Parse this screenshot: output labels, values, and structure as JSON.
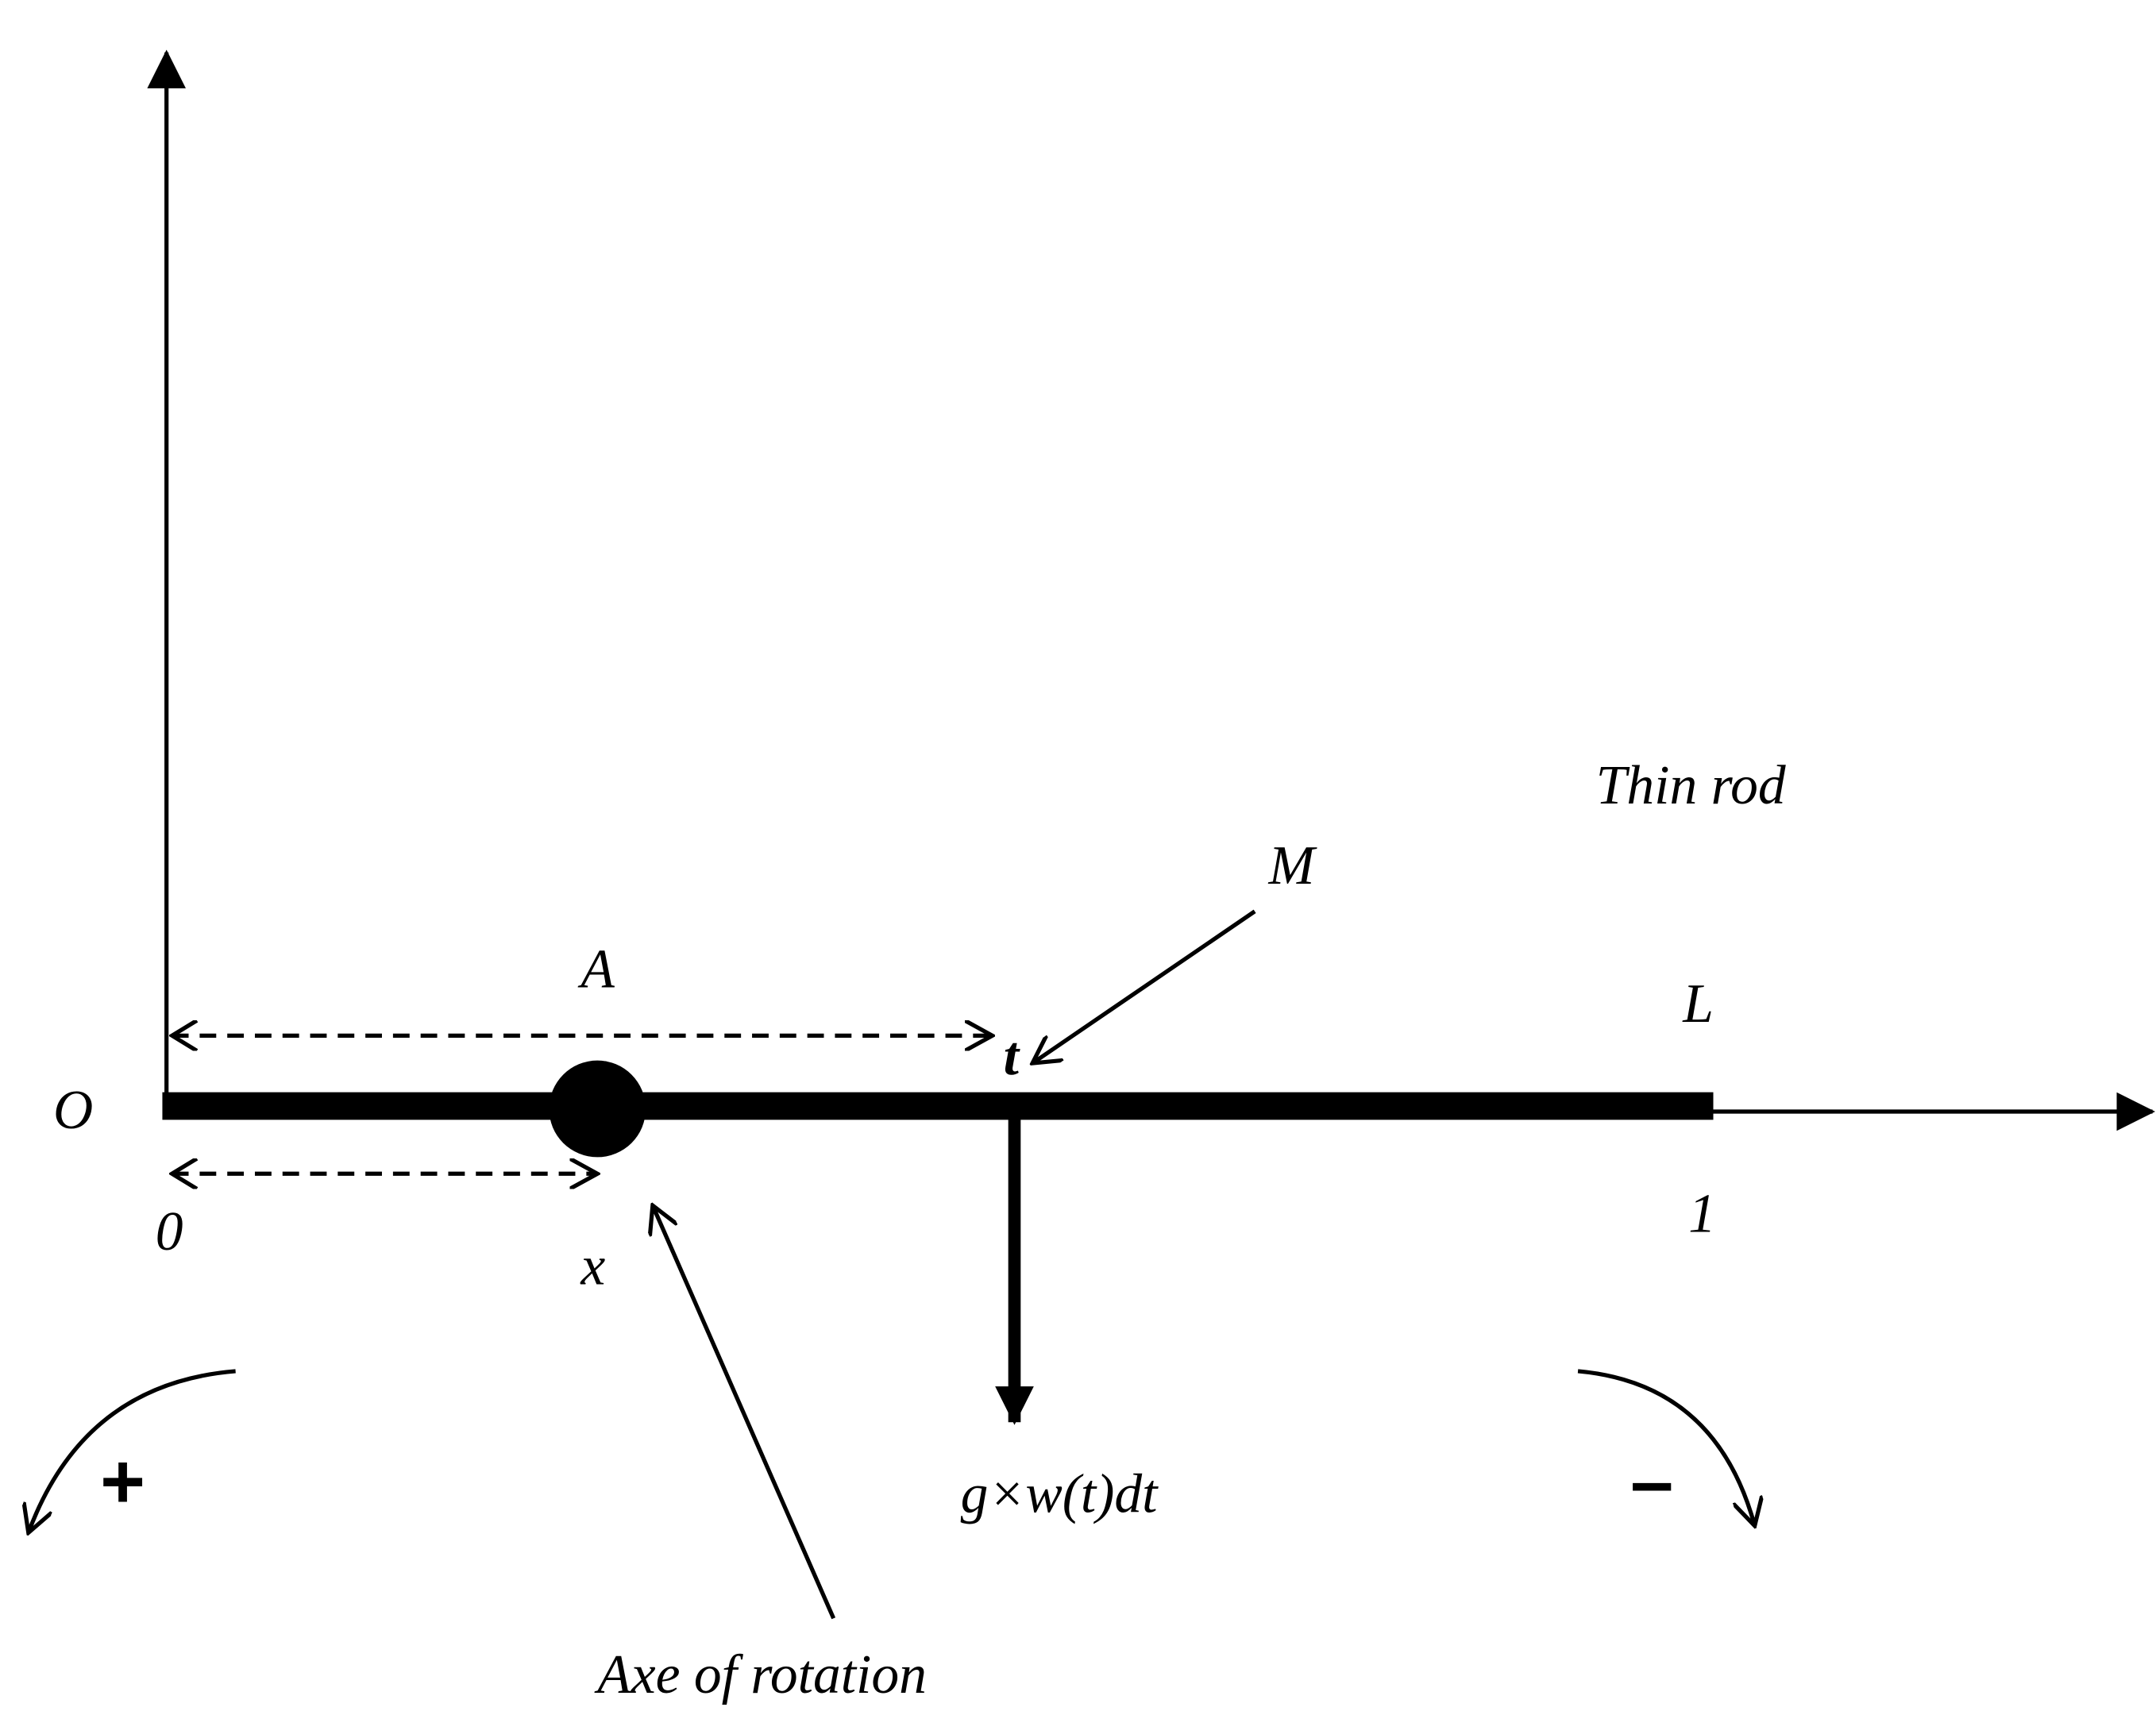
{
  "labels": {
    "origin": "O",
    "rod_title": "Thin rod",
    "point_m": "M",
    "dist_a": "A",
    "end_l": "L",
    "point_t": "t",
    "zero": "0",
    "one": "1",
    "pivot_x": "x",
    "force": "g×w(t)dt",
    "axis_of_rotation": "Axe of rotation",
    "positive_sign": "+",
    "negative_sign": "–"
  }
}
